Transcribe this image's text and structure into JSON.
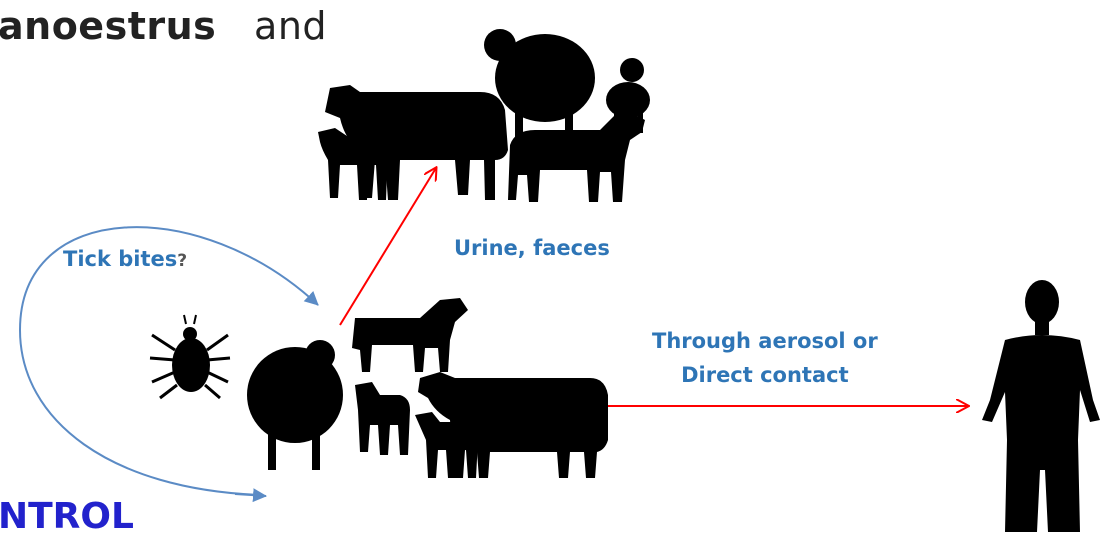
{
  "header": {
    "bold": "anoestrus",
    "rest": "and"
  },
  "footer": {
    "text": "NTROL"
  },
  "labels": {
    "tick_bites": "Tick bites",
    "tick_q": "?",
    "urine": "Urine, faeces",
    "aerosol_line1": "Through aerosol or",
    "aerosol_line2": "Direct contact"
  },
  "colors": {
    "red_arrow": "#ff0000",
    "blue_arrow": "#5b8bc5",
    "label_blue": "#2e75b6",
    "footer_blue": "#2222cc",
    "silhouette": "#000000"
  },
  "icons": [
    "herd-silhouette-top",
    "herd-silhouette-center",
    "tick-icon",
    "human-silhouette"
  ]
}
